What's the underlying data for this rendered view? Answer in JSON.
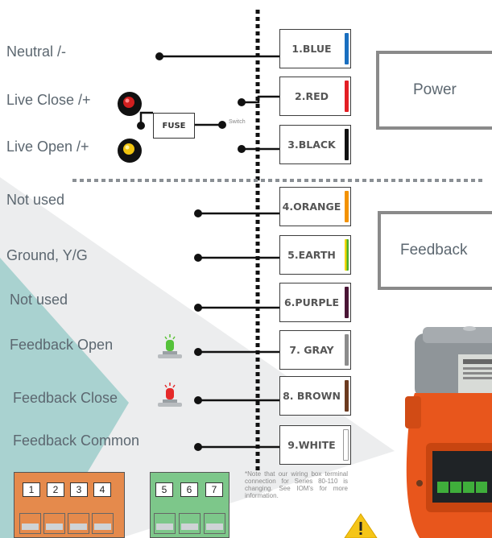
{
  "left_labels": {
    "neutral": "Neutral /-",
    "live_close": "Live Close /+",
    "live_open": "Live Open /+",
    "not_used_1": "Not used",
    "ground": "Ground, Y/G",
    "not_used_2": "Not used",
    "feedback_open": "Feedback Open",
    "feedback_close": "Feedback Close",
    "feedback_common": "Feedback Common"
  },
  "terminals": [
    {
      "label": "1.BLUE",
      "color": "#1a6fc0"
    },
    {
      "label": "2.RED",
      "color": "#e31e24"
    },
    {
      "label": "3.BLACK",
      "color": "#111111"
    },
    {
      "label": "4.ORANGE",
      "color": "#f39200"
    },
    {
      "label": "5.EARTH",
      "color": "#4caf2a"
    },
    {
      "label": "6.PURPLE",
      "color": "#4a1535"
    },
    {
      "label": "7. GRAY",
      "color": "#8c8c8c"
    },
    {
      "label": "8. BROWN",
      "color": "#6b3a1f"
    },
    {
      "label": "9.WHITE",
      "color": "#ffffff"
    }
  ],
  "fuse_label": "FUSE",
  "switch_label": "Switch",
  "sections": {
    "power": "Power",
    "feedback": "Feedback"
  },
  "note": "*Note that our wiring box terminal connection for Series 80-110 is changing. See IOM's for more information.",
  "connector_orange": [
    "1",
    "2",
    "3",
    "4"
  ],
  "connector_green": [
    "5",
    "6",
    "7"
  ],
  "icons": [
    "red-indicator-icon",
    "yellow-indicator-icon",
    "green-beacon-icon",
    "red-beacon-icon",
    "warning-icon"
  ],
  "colors": {
    "teal_bg": "#a9d2d0",
    "gray_bg": "#ecedee",
    "connector_orange": "#e58a4c",
    "connector_green": "#7dc78a",
    "actuator_orange": "#e8561c"
  }
}
